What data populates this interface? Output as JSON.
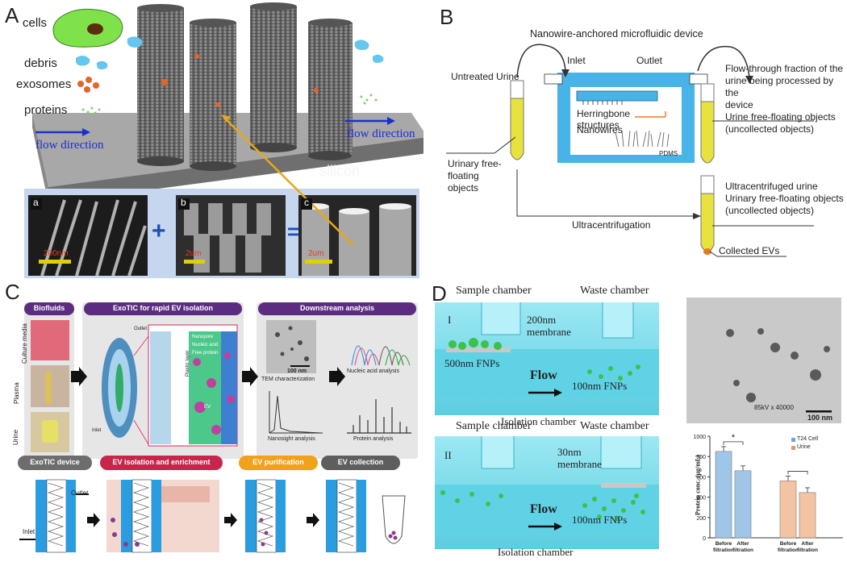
{
  "panel_a": {
    "letter": "A",
    "legend": [
      "cells",
      "debris",
      "exosomes",
      "proteins"
    ],
    "flow_left": "flow direction",
    "flow_right": "flow direction",
    "substrate": "silicon",
    "sem": [
      {
        "tag": "a",
        "scale": "200nm"
      },
      {
        "tag": "b",
        "scale": "2um"
      },
      {
        "tag": "c",
        "scale": "2um"
      }
    ],
    "plus": "+",
    "equals": "="
  },
  "panel_b": {
    "letter": "B",
    "title": "Nanowire-anchored microfluidic device",
    "inlet": "Inlet",
    "outlet": "Outlet",
    "untreated": "Untreated Urine",
    "herringbone": [
      "Herringbone",
      "structures"
    ],
    "nanowires": "Nanowires",
    "pdms": "PDMS",
    "urinary_free": [
      "Urinary free-",
      "floating",
      "objects"
    ],
    "flow_through": [
      "Flow-through fraction of the",
      "urine being processed by the",
      "device"
    ],
    "uncollected_1": [
      "Urine free-floating objects",
      "(uncollected objects)"
    ],
    "ultracentrifuged": "Ultracentrifuged urine",
    "uncollected_2": [
      "Urinary free-floating objects",
      "(uncollected objects)"
    ],
    "ultracentrifugation": "Ultracentrifugation",
    "collected": "Collected EVs"
  },
  "panel_c": {
    "letter": "C",
    "headers": [
      "Biofluids",
      "ExoTIC for rapid EV isolation",
      "Downstream analysis"
    ],
    "biofluids": [
      "Culture media",
      "Plasma",
      "Urine"
    ],
    "device_labels": [
      "Outlet",
      "Inlet",
      "Plastic layer",
      "Nanopore",
      "Nucleic acid",
      "Free protein",
      "EV"
    ],
    "tem_scale": "100 nm",
    "analysis": [
      "TEM characterization",
      "Nucleic acid analysis",
      "Nanosight analysis",
      "Protein analysis"
    ],
    "steps": [
      "ExoTIC device",
      "EV isolation and enrichment",
      "EV purification",
      "EV collection"
    ],
    "step_colors": [
      "#6d6d6d",
      "#c8254d",
      "#f0a21c",
      "#5e5e5e"
    ],
    "outlet": "Outlet",
    "inlet": "Inlet"
  },
  "panel_d": {
    "letter": "D",
    "top": {
      "roman": "I",
      "sample": "Sample chamber",
      "waste": "Waste chamber",
      "membrane": [
        "200nm",
        "membrane"
      ],
      "fnp_big": "500nm FNPs",
      "flow": "Flow",
      "fnp_small": "100nm FNPs",
      "isolation": "Isolation chamber"
    },
    "bottom": {
      "roman": "II",
      "sample": "Sample chamber",
      "waste": "Waste chamber",
      "membrane": [
        "30nm",
        "membrane"
      ],
      "flow": "Flow",
      "fnp_small": "100nm FNPs",
      "isolation": "Isolation chamber"
    },
    "tem": {
      "caption": "85kV x 40000",
      "scale": "100 nm"
    }
  },
  "chart_data": {
    "type": "bar",
    "ylabel": "Protein conc. (µg/mL)",
    "ylim": [
      0,
      1000
    ],
    "yticks": [
      0,
      200,
      400,
      600,
      800,
      1000
    ],
    "categories": [
      "Before filtration",
      "After filtration",
      "Before filtration",
      "After filtration"
    ],
    "series": [
      {
        "name": "T24 Cell",
        "values": [
          850,
          660
        ],
        "color": "#9fc6e8"
      },
      {
        "name": "Urine",
        "values": [
          560,
          445
        ],
        "color": "#f2c4a2"
      }
    ],
    "significance": "*",
    "legend": "top-right"
  }
}
